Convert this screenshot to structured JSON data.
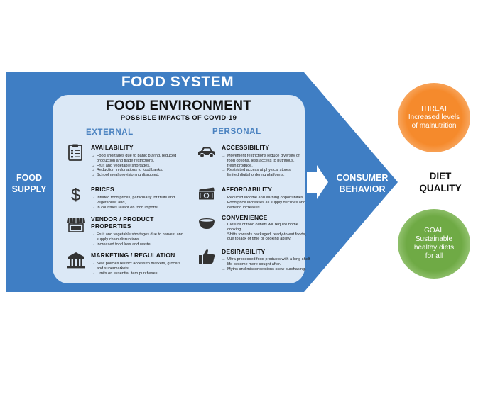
{
  "food_system": {
    "title": "FOOD SYSTEM",
    "color": "#3f7ec4"
  },
  "food_environment": {
    "title": "FOOD ENVIRONMENT",
    "subtitle": "POSSIBLE IMPACTS OF COVID-19",
    "external_label": "EXTERNAL",
    "personal_label": "PERSONAL",
    "panel_color": "#dbe8f6"
  },
  "food_supply": {
    "line1": "FOOD",
    "line2": "SUPPLY"
  },
  "consumer_behavior": {
    "line1": "CONSUMER",
    "line2": "BEHAVIOR"
  },
  "diet_quality": {
    "line1": "DIET",
    "line2": "QUALITY"
  },
  "external": [
    {
      "title": "AVAILABILITY",
      "icon": "clipboard-icon",
      "bullets": [
        "Food shortages due to panic buying, reduced production and trade restrictions.",
        "Fruit and vegetable shortages.",
        "Reduction in donations to food banks.",
        "School meal provisioning disrupted."
      ]
    },
    {
      "title": "PRICES",
      "icon": "dollar-icon",
      "bullets": [
        "Inflated food prices, particularly for fruits and vegetables; and,",
        "In countries reliant on food imports."
      ]
    },
    {
      "title": "VENDOR / PRODUCT PROPERTIES",
      "title1": "VENDOR / PRODUCT",
      "title2": "PROPERTIES",
      "icon": "storefront-icon",
      "bullets": [
        "Fruit and vegetable shortages due to harvest and supply chain disruptions.",
        "Increased food loss and waste."
      ]
    },
    {
      "title": "MARKETING / REGULATION",
      "icon": "government-building-icon",
      "bullets": [
        "New policies restrict access to markets, grocers and supermarkets.",
        "Limits on essential item purchases."
      ]
    }
  ],
  "personal": [
    {
      "title": "ACCESSIBILITY",
      "icon": "car-icon",
      "bullets": [
        "Movement restrictions reduce diversity of food options, less access to nutritious, fresh produce.",
        "Restricted access at physical stores, limited digital ordering platforms."
      ]
    },
    {
      "title": "AFFORDABILITY",
      "icon": "money-icon",
      "bullets": [
        "Reduced income and earning opportunities.",
        "Food price increases as supply declines and demand increases."
      ]
    },
    {
      "title": "CONVENIENCE",
      "icon": "bowl-icon",
      "bullets": [
        "Closure of food outlets will require home cooking.",
        "Shifts towards packaged, ready-to-eat foods, due to lack of time or cooking ability."
      ]
    },
    {
      "title": "DESIRABILITY",
      "icon": "thumbs-up-icon",
      "bullets": [
        "Ultra-processed food products with a long shelf life become more sought after.",
        "Myths and misconceptions scew purchasing."
      ]
    }
  ],
  "threat": {
    "label": "THREAT",
    "line1": "Increased levels",
    "line2": "of malnutrition",
    "color": "#f58a2c"
  },
  "goal": {
    "label": "GOAL",
    "line1": "Sustainable",
    "line2": "healthy diets",
    "line3": "for all",
    "color": "#6faa45"
  }
}
